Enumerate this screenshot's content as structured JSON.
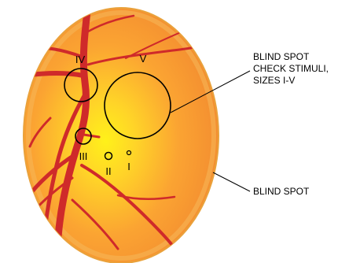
{
  "stimulus_labels": {
    "i": "I",
    "ii": "II",
    "iii": "III",
    "iv": "IV",
    "v": "V"
  },
  "callouts": {
    "check_stimuli": [
      "BLIND SPOT",
      "CHECK STIMULI,",
      "SIZES I-V"
    ],
    "blind_spot": "BLIND SPOT"
  },
  "colors": {
    "disc_edge": "#e9a23c",
    "disc_mid": "#f7a23a",
    "disc_center": "#fff11a",
    "vessel": "#cf2a2a",
    "ink": "#000000"
  }
}
